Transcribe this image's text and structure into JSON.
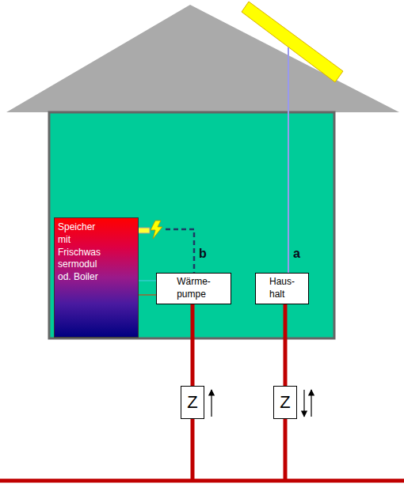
{
  "diagram": {
    "nodes": [
      {
        "text": [
          "Speicher mit Frischwas sermodul od. Boiler"
        ]
      },
      {
        "text": [
          "Wärme- pumpe"
        ]
      },
      {
        "text": [
          "Haus- halt"
        ]
      },
      {
        "text": [
          "Z"
        ]
      },
      {
        "text": [
          "Z"
        ]
      }
    ],
    "edges": [
      {
        "from": 1,
        "to": 0,
        "arrow": "none"
      },
      {
        "from": 1,
        "to": 0,
        "arrow": "none"
      },
      {
        "from": 1,
        "to": 3,
        "arrow": "none"
      },
      {
        "from": 2,
        "to": 4,
        "arrow": "none"
      }
    ],
    "labels": [
      "b",
      "a"
    ]
  }
}
